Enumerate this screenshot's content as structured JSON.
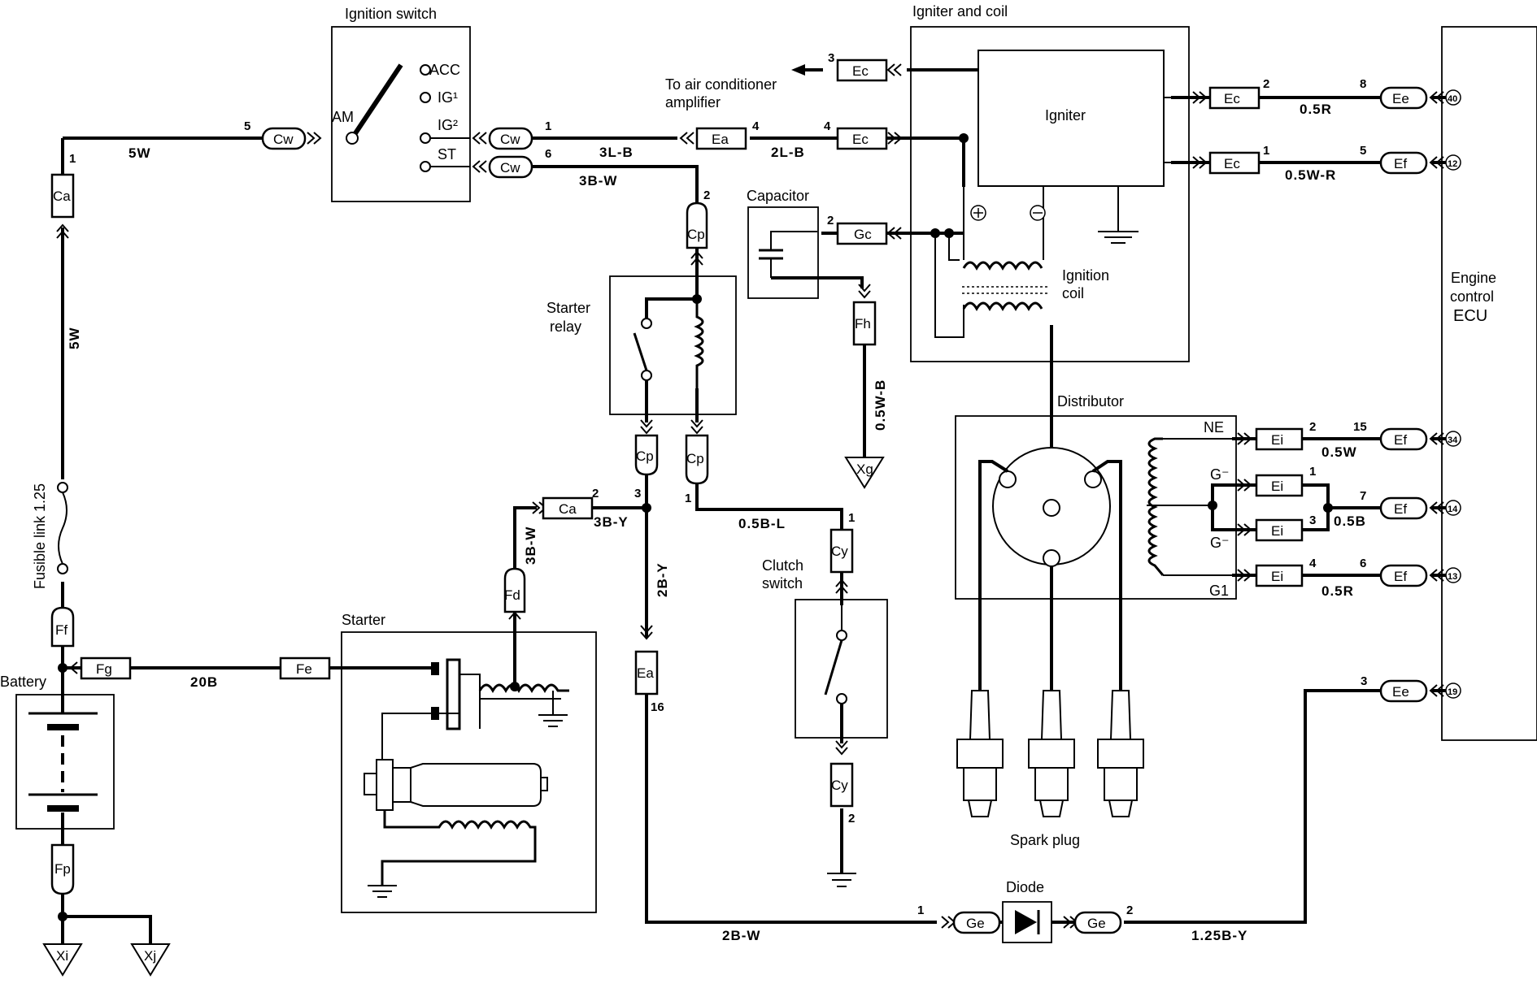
{
  "components": {
    "ignition_switch": "Ignition switch",
    "igniter_and_coil": "Igniter and coil",
    "igniter": "Igniter",
    "ignition_coil": [
      "Ignition",
      "coil"
    ],
    "capacitor": "Capacitor",
    "starter_relay": [
      "Starter",
      "relay"
    ],
    "starter": "Starter",
    "battery": "Battery",
    "fusible_link": "Fusible link 1.25",
    "clutch_switch": [
      "Clutch",
      "switch"
    ],
    "distributor": "Distributor",
    "spark_plug": "Spark plug",
    "diode": "Diode",
    "ecu": [
      "Engine",
      "control",
      "ECU"
    ],
    "ac_amp": [
      "To air conditioner",
      "amplifier"
    ]
  },
  "switch_positions": [
    "ACC",
    "IG¹",
    "IG²",
    "ST",
    "AM"
  ],
  "dist_terminals": [
    "NE",
    "G⁻",
    "G⁻",
    "G1"
  ],
  "connectors": {
    "cw5": "Cw",
    "cw1": "Cw",
    "cw6": "Cw",
    "ca_top": "Ca",
    "ea4": "Ea",
    "ec4": "Ec",
    "ec3": "Ec",
    "ec2": "Ec",
    "ec1": "Ec",
    "ee8": "Ee",
    "ef5": "Ef",
    "gc": "Gc",
    "cp_top": "Cp",
    "fh": "Fh",
    "xg": "Xg",
    "cp_left": "Cp",
    "cp_right": "Cp",
    "ca_mid": "Ca",
    "fd": "Fd",
    "ff": "Ff",
    "fg": "Fg",
    "fe": "Fe",
    "fp": "Fp",
    "xi": "Xi",
    "xj": "Xj",
    "ea16": "Ea",
    "cy1": "Cy",
    "cy2": "Cy",
    "ge1": "Ge",
    "ge2": "Ge",
    "ee3": "Ee",
    "ei2": "Ei",
    "ei1": "Ei",
    "ei3": "Ei",
    "ei4": "Ei",
    "ef15": "Ef",
    "ef7": "Ef",
    "ef6": "Ef"
  },
  "pins": {
    "cw5": "5",
    "cw1": "1",
    "cw6": "6",
    "ca_top": "1",
    "cp_top": "2",
    "ea4": "4",
    "ec4": "4",
    "ec3": "3",
    "ec2": "2",
    "ee8": "8",
    "ec1": "1",
    "ef5": "5",
    "gc": "2",
    "ca_mid": "2",
    "junction3": "3",
    "cp_right": "1",
    "cy1": "1",
    "cy2": "2",
    "ea16": "16",
    "ge1": "1",
    "ge2": "2",
    "ee3": "3",
    "ei2": "2",
    "ef15": "15",
    "ei1": "1",
    "ef7": "7",
    "ei3": "3",
    "ei4": "4",
    "ef6": "6"
  },
  "ecu_terminals": [
    "40",
    "12",
    "34",
    "14",
    "13",
    "19"
  ],
  "wires": {
    "w5w_top": "5W",
    "w5w_side": "5W",
    "w3lb": "3L-B",
    "w2lb": "2L-B",
    "w3bw": "3B-W",
    "w05r_top": "0.5R",
    "w05wr": "0.5W-R",
    "w05wb": "0.5W-B",
    "w3by": "3B-Y",
    "w3bw_v": "3B-W",
    "w2by": "2B-Y",
    "w05bl": "0.5B-L",
    "w20b": "20B",
    "w2bw": "2B-W",
    "w125by": "1.25B-Y",
    "w05w": "0.5W",
    "w05b": "0.5B",
    "w05r_bot": "0.5R"
  }
}
